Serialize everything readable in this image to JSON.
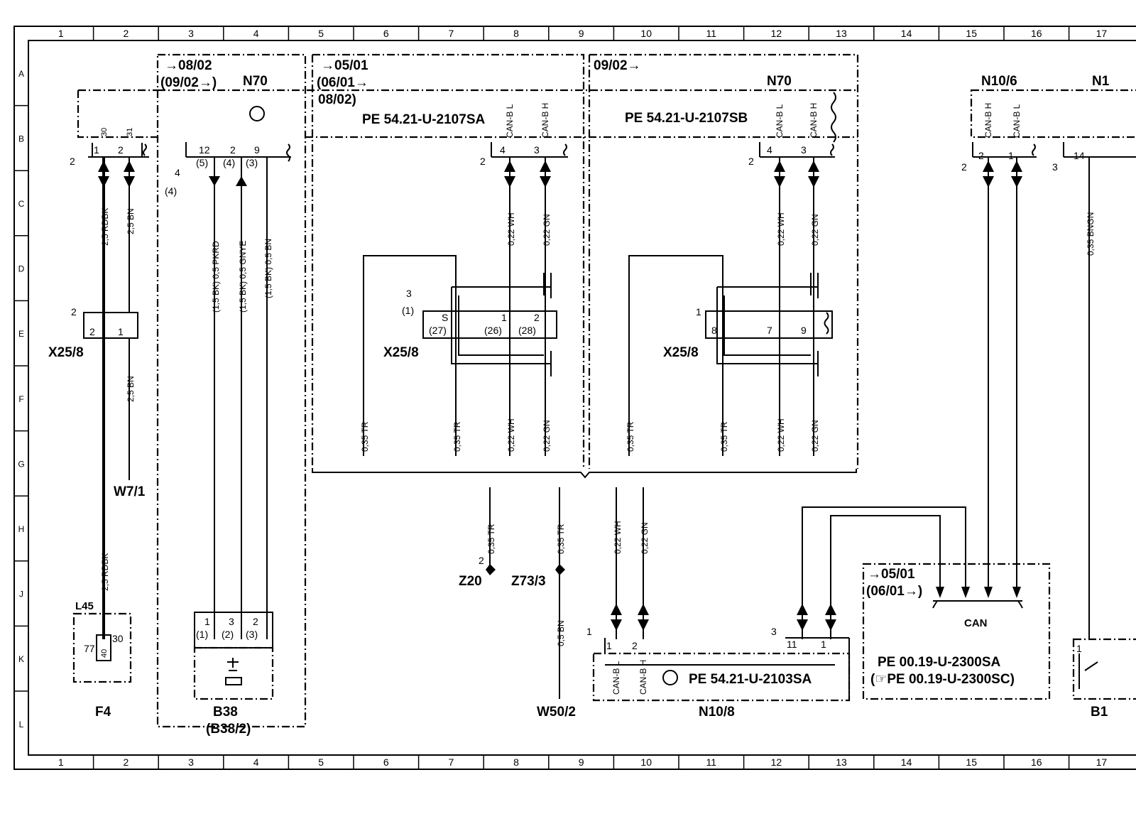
{
  "grid": {
    "columns": [
      "1",
      "2",
      "3",
      "4",
      "5",
      "6",
      "7",
      "8",
      "9",
      "10",
      "11",
      "12",
      "13",
      "14",
      "15",
      "16",
      "17"
    ],
    "rows": [
      "A",
      "B",
      "C",
      "D",
      "E",
      "F",
      "G",
      "H",
      "J",
      "K",
      "L"
    ]
  },
  "components": {
    "n70_left_from": "→08/02",
    "n70_left_range": "(09/02→)",
    "n70_left_name": "N70",
    "n70_mid_date1": "→05/01",
    "n70_mid_date2": "(06/01→",
    "n70_mid_date3": "08/02)",
    "pe_2107sa": "PE 54.21-U-2107SA",
    "n70_right_from": "09/02→",
    "n70_right_name": "N70",
    "pe_2107sb": "PE 54.21-U-2107SB",
    "n10_6": "N10/6",
    "n1_partial": "N1",
    "x25_8_left": "X25/8",
    "x25_8_mid": "X25/8",
    "x25_8_right": "X25/8",
    "w7_1": "W7/1",
    "l45": "L45",
    "f4": "F4",
    "b38": "B38",
    "b38_2": "(B38/2)",
    "z20": "Z20",
    "z73_3": "Z73/3",
    "w50_2": "W50/2",
    "n10_8": "N10/8",
    "pe_2103sa": "PE 54.21-U-2103SA",
    "can_box_from": "→05/01",
    "can_box_range": "(06/01→)",
    "can_label": "CAN",
    "pe_2300sa": "PE 00.19-U-2300SA",
    "pe_2300sc": "(☞PE 00.19-U-2300SC)",
    "b1_partial": "B1"
  },
  "wires": {
    "f4_30": "2,5 RDBK",
    "f4_31": "2,5 BN",
    "x25_bn": "2,5 BN",
    "f4_lower": "2,5 RDBK",
    "b38_1": "(1,5 BK) 0,5 PKRD",
    "b38_3": "(1,5 BK) 0,5 GNYE",
    "b38_2": "(1,5 BK) 0,5 BN",
    "can_l_mid": "0,22 WH",
    "can_h_mid": "0,22 GN",
    "can_l_right": "0,22 WH",
    "can_h_right": "0,22 GN",
    "tr_a": "0,35 TR",
    "tr_b": "0,35 TR",
    "wh_bot": "0,22 WH",
    "gn_bot": "0,22 GN",
    "tr_c": "0,35 TR",
    "tr_d": "0,35 TR",
    "wh_bot2": "0,22 WH",
    "gn_bot2": "0,22 GN",
    "z20_tr": "0,35 TR",
    "z73_tr": "0,35 TR",
    "n108_wh": "0,22 WH",
    "n108_gn": "0,22 GN",
    "w50_bn": "0,5 BN",
    "n1_bngn": "0,35 BNGN"
  },
  "pins": {
    "p30": "30",
    "p31": "31",
    "p1": "1",
    "p2": "2",
    "p3": "3",
    "p4": "4",
    "p5": "5",
    "p7": "7",
    "p8": "8",
    "p9": "9",
    "p11": "11",
    "p12": "12",
    "p14": "14",
    "p26": "(26)",
    "p27": "(27)",
    "p28": "(28)",
    "pp1": "(1)",
    "pp2": "(2)",
    "pp3": "(3)",
    "pp4": "(4)",
    "pp5": "(5)",
    "p77": "77",
    "p40": "40",
    "pS": "S",
    "can_l": "CAN-B L",
    "can_h": "CAN-B H"
  }
}
